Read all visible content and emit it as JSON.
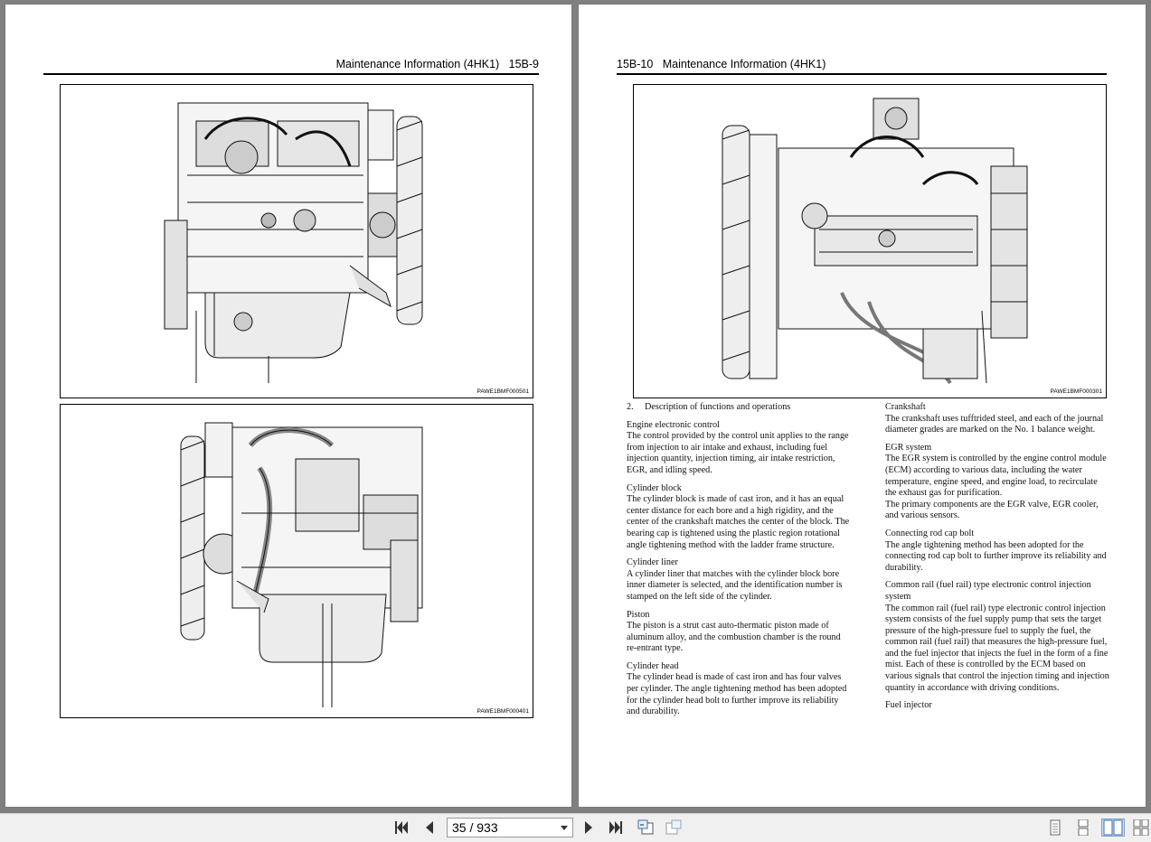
{
  "left_page": {
    "header": "Maintenance Information (4HK1)   15B-9",
    "figures": [
      {
        "id": "PAWE1BMF000501",
        "icon": "engine-side-view"
      },
      {
        "id": "PAWE1BMF000401",
        "icon": "engine-side-view"
      }
    ]
  },
  "right_page": {
    "header": "15B-10   Maintenance Information (4HK1)",
    "figure": {
      "id": "PAWE1BMF000301",
      "icon": "engine-top-view"
    },
    "left_column": [
      {
        "title": "2.",
        "body": "Description of functions and operations"
      },
      {
        "title": "Engine electronic control",
        "body": "The control provided by the control unit applies to the range from injection to air intake and exhaust, including fuel injection quantity, injection timing, air intake restriction, EGR, and idling speed."
      },
      {
        "title": "Cylinder block",
        "body": "The cylinder block is made of cast iron, and it has an equal center distance for each bore and a high rigidity, and the center of the crankshaft matches the center of the block. The bearing cap is tightened using the plastic region rotational angle tightening method with the ladder frame structure."
      },
      {
        "title": "Cylinder liner",
        "body": "A cylinder liner that matches with the cylinder block bore inner diameter is selected, and the identification number is stamped on the left side of the cylinder."
      },
      {
        "title": "Piston",
        "body": "The piston is a strut cast auto-thermatic piston made of aluminum alloy, and the combustion chamber is the round re-entrant type."
      },
      {
        "title": "Cylinder head",
        "body": "The cylinder head is made of cast iron and has four valves per cylinder. The angle tightening method has been adopted for the cylinder head bolt to further improve its reliability and durability."
      }
    ],
    "right_column": [
      {
        "title": "Crankshaft",
        "body": "The crankshaft uses tufftrided steel, and each of the journal diameter grades are marked on the No. 1 balance weight."
      },
      {
        "title": "EGR system",
        "body": "The EGR system is controlled by the engine control module (ECM) according to various data, including the water temperature, engine speed, and engine load, to recirculate the exhaust gas for purification.",
        "body2": "The primary components are the EGR valve, EGR cooler, and various sensors."
      },
      {
        "title": "Connecting rod cap bolt",
        "body": "The angle tightening method has been adopted for the connecting rod cap bolt to further improve its reliability and durability."
      },
      {
        "title": "Common rail (fuel rail) type electronic control injection system",
        "body": "The common rail (fuel rail) type electronic control injection system consists of the fuel supply pump that sets the target pressure of the high-pressure fuel to supply the fuel, the common rail (fuel rail) that measures the high-pressure fuel, and the fuel injector that injects the fuel in the form of a fine mist. Each of these is controlled by the ECM based on various signals that control the injection timing and injection quantity in accordance with driving conditions."
      },
      {
        "title": "Fuel injector",
        "body": ""
      }
    ]
  },
  "toolbar": {
    "page_input": "35 / 933",
    "buttons": [
      "first-page-icon",
      "previous-page-icon",
      "next-page-icon",
      "last-page-icon",
      "go-back-icon",
      "go-forward-icon"
    ],
    "view_modes": [
      "single-page-icon",
      "continuous-page-icon",
      "two-page-icon",
      "two-page-continuous-icon"
    ],
    "active_view": "two-page-icon"
  }
}
